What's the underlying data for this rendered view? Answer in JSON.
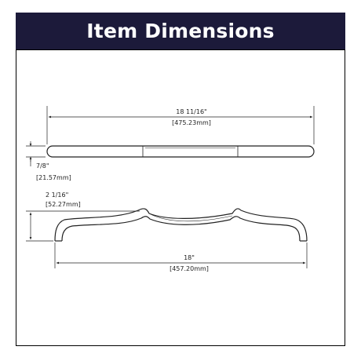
{
  "header": {
    "title": "Item Dimensions",
    "background": "#1c1a3a",
    "text_color": "#ffffff"
  },
  "dimensions": {
    "length_top": {
      "imperial": "18 11/16\"",
      "metric": "[475.23mm]"
    },
    "thickness": {
      "imperial": "7/8\"",
      "metric": "[21.57mm]"
    },
    "height": {
      "imperial": "2 1/16\"",
      "metric": "[52.27mm]"
    },
    "center_to_center": {
      "imperial": "18\"",
      "metric": "[457.20mm]"
    }
  },
  "colors": {
    "line": "#222222",
    "frame": "#000000"
  }
}
